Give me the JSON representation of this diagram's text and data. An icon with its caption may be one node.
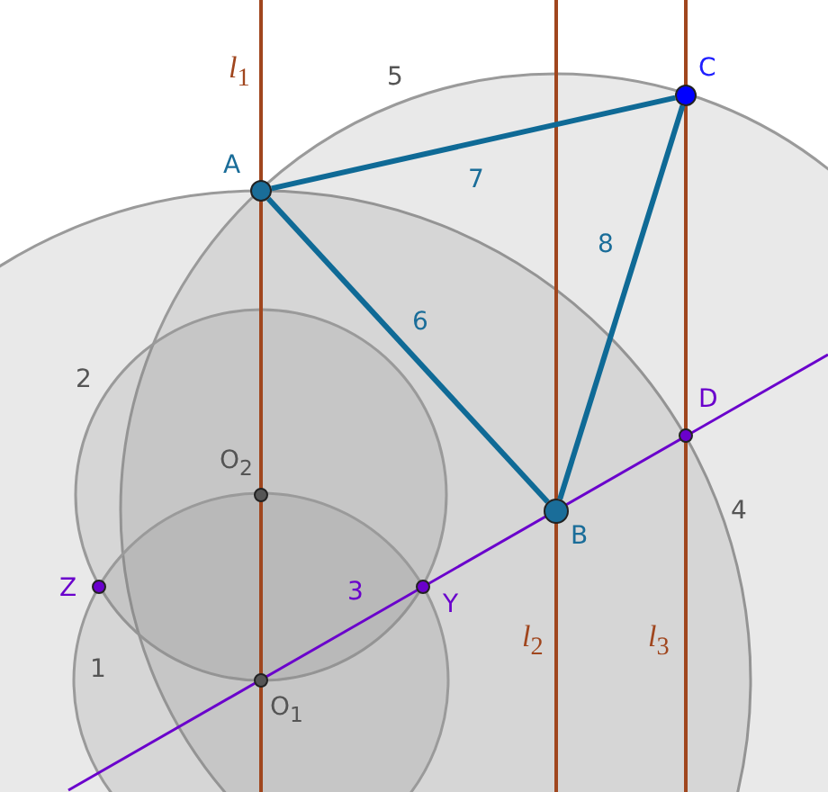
{
  "diagram": {
    "nodes": [
      {
        "text": [
          "A"
        ]
      },
      {
        "text": [
          "C"
        ]
      },
      {
        "text": [
          "B"
        ]
      }
    ],
    "edges": [
      {
        "from": 0,
        "to": 1,
        "arrow": "none",
        "label": "7"
      },
      {
        "from": 0,
        "to": 2,
        "arrow": "none",
        "label": "6"
      },
      {
        "from": 2,
        "to": 1,
        "arrow": "none",
        "label": "8"
      }
    ],
    "labels": [
      "*l*$_{1}$",
      "5",
      "2",
      "D",
      "O$_{2}$",
      "4",
      "Z",
      "3",
      "Y",
      "*l*$_{2}$",
      "*l*$_{3}$",
      "1",
      "O$_{1}$"
    ]
  }
}
